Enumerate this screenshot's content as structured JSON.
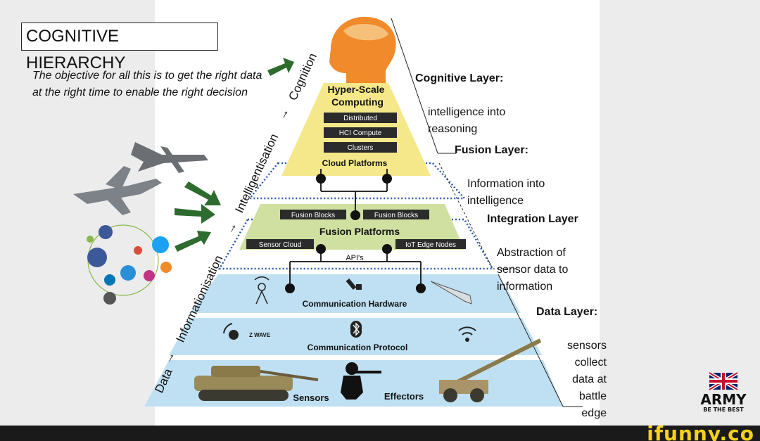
{
  "title": "COGNITIVE HIERARCHY",
  "objective": "The objective for all this is to get the right data at the right time to enable the right decision",
  "axis": {
    "data": "Data",
    "informationisation": "Informationisation",
    "intelligentisation": "Intelligentisation",
    "cognition": "Cognition",
    "arrow": "→"
  },
  "pyramid": {
    "compute_title_1": "Hyper-Scale",
    "compute_title_2": "Computing",
    "blades": [
      "Distributed",
      "HCI Compute",
      "Clusters"
    ],
    "cloud": "Cloud Platforms",
    "fusion_blocks": [
      "Fusion Blocks",
      "Fusion Blocks"
    ],
    "fusion_platforms": "Fusion Platforms",
    "sensor_cloud": "Sensor Cloud",
    "iot_edge": "IoT Edge Nodes",
    "apis": "API's",
    "comm_hardware": "Communication Hardware",
    "zwave": "Z WAVE",
    "comm_protocol": "Communication Protocol",
    "sensors": "Sensors",
    "effectors": "Effectors"
  },
  "layers": [
    {
      "name": "Cognitive Layer:",
      "desc": "intelligence into\nreasoning"
    },
    {
      "name": "Fusion Layer:",
      "desc": "Information into\nintelligence"
    },
    {
      "name": "Integration Layer",
      "desc": "Abstraction of\nsensor data to\ninformation"
    },
    {
      "name": "Data Layer:",
      "desc": "sensors\ncollect\ndata at\nbattle\nedge"
    }
  ],
  "branding": {
    "army": "ARMY",
    "tagline": "BE THE BEST",
    "watermark": "ifunny.co"
  },
  "colors": {
    "cognitive_yellow": "#f4e88a",
    "fusion_green": "#cfe0a0",
    "data_blue": "#bfe0f2",
    "arrow_green": "#2e6b2e",
    "brain_orange": "#f08a2a"
  }
}
